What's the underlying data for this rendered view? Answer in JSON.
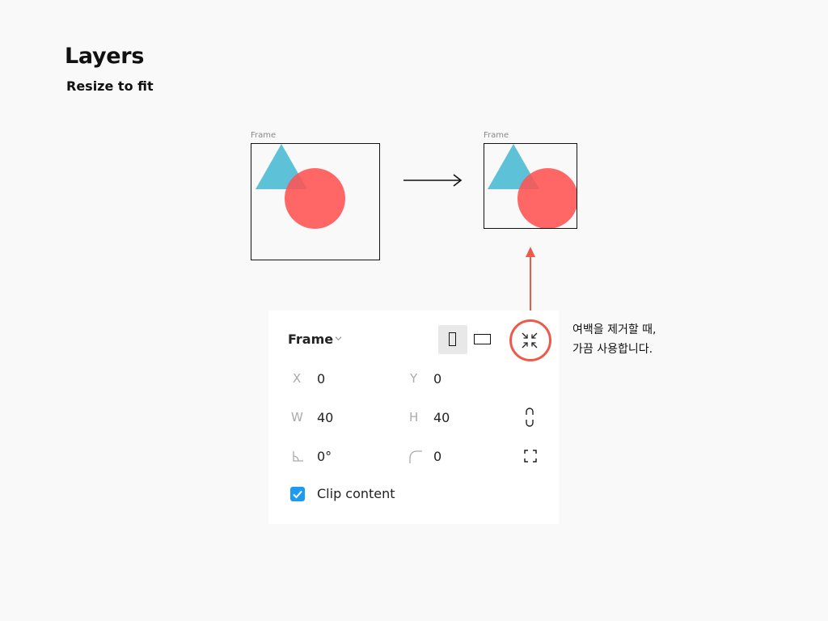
{
  "header": {
    "title": "Layers",
    "subtitle": "Resize to fit"
  },
  "illustration": {
    "before_frame_label": "Frame",
    "after_frame_label": "Frame"
  },
  "panel": {
    "title": "Frame",
    "x_label": "X",
    "x_value": "0",
    "y_label": "Y",
    "y_value": "0",
    "w_label": "W",
    "w_value": "40",
    "h_label": "H",
    "h_value": "40",
    "rotation_value": "0°",
    "radius_value": "0",
    "clip_content_label": "Clip content",
    "clip_content_checked": true
  },
  "annotation": {
    "line1": "여백을 제거할 때,",
    "line2": "가끔 사용합니다."
  },
  "colors": {
    "triangle": "#4fbdd5",
    "circle": "#ff5252",
    "highlight": "#ee5a4a",
    "checkbox": "#1c9bf0"
  },
  "icons": [
    "chevron-down-icon",
    "portrait-frame-icon",
    "landscape-frame-icon",
    "resize-to-fit-icon",
    "constrain-proportions-icon",
    "rotation-icon",
    "corner-radius-icon",
    "independent-corners-icon",
    "checkmark-icon",
    "arrow-right-icon",
    "arrow-up-icon"
  ]
}
